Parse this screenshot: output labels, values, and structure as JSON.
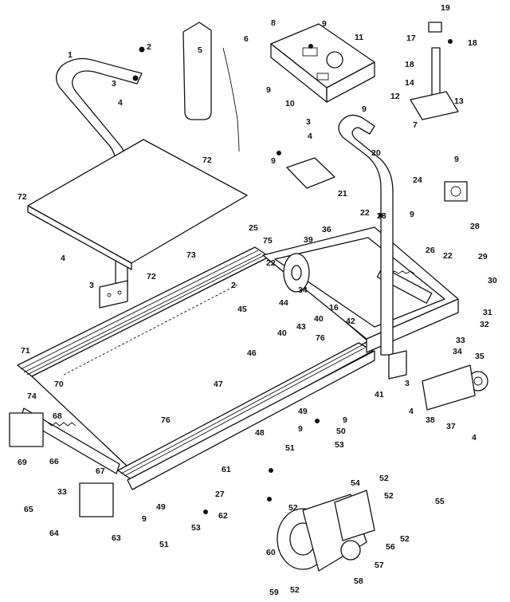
{
  "labels": [
    {
      "id": "1",
      "text": "1"
    },
    {
      "id": "2a",
      "text": "2"
    },
    {
      "id": "3a",
      "text": "3"
    },
    {
      "id": "4a",
      "text": "4"
    },
    {
      "id": "5",
      "text": "5"
    },
    {
      "id": "6",
      "text": "6"
    },
    {
      "id": "8",
      "text": "8"
    },
    {
      "id": "9a",
      "text": "9"
    },
    {
      "id": "11",
      "text": "11"
    },
    {
      "id": "9b",
      "text": "9"
    },
    {
      "id": "10",
      "text": "10"
    },
    {
      "id": "9c",
      "text": "9"
    },
    {
      "id": "3b",
      "text": "3"
    },
    {
      "id": "4b",
      "text": "4"
    },
    {
      "id": "19",
      "text": "19"
    },
    {
      "id": "17",
      "text": "17"
    },
    {
      "id": "18a",
      "text": "18"
    },
    {
      "id": "18b",
      "text": "18"
    },
    {
      "id": "14",
      "text": "14"
    },
    {
      "id": "12",
      "text": "12"
    },
    {
      "id": "13",
      "text": "13"
    },
    {
      "id": "7",
      "text": "7"
    },
    {
      "id": "72a",
      "text": "72"
    },
    {
      "id": "72b",
      "text": "72"
    },
    {
      "id": "9d",
      "text": "9"
    },
    {
      "id": "20",
      "text": "20"
    },
    {
      "id": "21",
      "text": "21"
    },
    {
      "id": "24",
      "text": "24"
    },
    {
      "id": "9e",
      "text": "9"
    },
    {
      "id": "73",
      "text": "73"
    },
    {
      "id": "22a",
      "text": "22"
    },
    {
      "id": "23",
      "text": "23"
    },
    {
      "id": "9f",
      "text": "9"
    },
    {
      "id": "25",
      "text": "25"
    },
    {
      "id": "75",
      "text": "75"
    },
    {
      "id": "39",
      "text": "39"
    },
    {
      "id": "36",
      "text": "36"
    },
    {
      "id": "28",
      "text": "28"
    },
    {
      "id": "4c",
      "text": "4"
    },
    {
      "id": "3c",
      "text": "3"
    },
    {
      "id": "72c",
      "text": "72"
    },
    {
      "id": "22b",
      "text": "22"
    },
    {
      "id": "26",
      "text": "26"
    },
    {
      "id": "22c",
      "text": "22"
    },
    {
      "id": "29",
      "text": "29"
    },
    {
      "id": "30",
      "text": "30"
    },
    {
      "id": "2b",
      "text": "2"
    },
    {
      "id": "44",
      "text": "44"
    },
    {
      "id": "34a",
      "text": "34"
    },
    {
      "id": "16",
      "text": "16"
    },
    {
      "id": "45",
      "text": "45"
    },
    {
      "id": "40a",
      "text": "40"
    },
    {
      "id": "43",
      "text": "43"
    },
    {
      "id": "40b",
      "text": "40"
    },
    {
      "id": "42",
      "text": "42"
    },
    {
      "id": "31",
      "text": "31"
    },
    {
      "id": "32",
      "text": "32"
    },
    {
      "id": "33",
      "text": "33"
    },
    {
      "id": "71",
      "text": "71"
    },
    {
      "id": "46",
      "text": "46"
    },
    {
      "id": "76a",
      "text": "76"
    },
    {
      "id": "34b",
      "text": "34"
    },
    {
      "id": "35",
      "text": "35"
    },
    {
      "id": "70",
      "text": "70"
    },
    {
      "id": "74",
      "text": "74"
    },
    {
      "id": "47",
      "text": "47"
    },
    {
      "id": "41",
      "text": "41"
    },
    {
      "id": "3d",
      "text": "3"
    },
    {
      "id": "68",
      "text": "68"
    },
    {
      "id": "4d",
      "text": "4"
    },
    {
      "id": "38",
      "text": "38"
    },
    {
      "id": "37",
      "text": "37"
    },
    {
      "id": "76b",
      "text": "76"
    },
    {
      "id": "49a",
      "text": "49"
    },
    {
      "id": "50",
      "text": "50"
    },
    {
      "id": "4e",
      "text": "4"
    },
    {
      "id": "9g",
      "text": "9"
    },
    {
      "id": "9h",
      "text": "9"
    },
    {
      "id": "69",
      "text": "69"
    },
    {
      "id": "48",
      "text": "48"
    },
    {
      "id": "51a",
      "text": "51"
    },
    {
      "id": "53a",
      "text": "53"
    },
    {
      "id": "66",
      "text": "66"
    },
    {
      "id": "67",
      "text": "67"
    },
    {
      "id": "61",
      "text": "61"
    },
    {
      "id": "27",
      "text": "27"
    },
    {
      "id": "54",
      "text": "54"
    },
    {
      "id": "52a",
      "text": "52"
    },
    {
      "id": "55",
      "text": "55"
    },
    {
      "id": "33b",
      "text": "33"
    },
    {
      "id": "65",
      "text": "65"
    },
    {
      "id": "49b",
      "text": "49"
    },
    {
      "id": "62",
      "text": "62"
    },
    {
      "id": "52b",
      "text": "52"
    },
    {
      "id": "52c",
      "text": "52"
    },
    {
      "id": "9i",
      "text": "9"
    },
    {
      "id": "53b",
      "text": "53"
    },
    {
      "id": "64",
      "text": "64"
    },
    {
      "id": "63",
      "text": "63"
    },
    {
      "id": "51b",
      "text": "51"
    },
    {
      "id": "52d",
      "text": "52"
    },
    {
      "id": "56",
      "text": "56"
    },
    {
      "id": "60",
      "text": "60"
    },
    {
      "id": "57",
      "text": "57"
    },
    {
      "id": "58",
      "text": "58"
    },
    {
      "id": "59",
      "text": "59"
    },
    {
      "id": "52e",
      "text": "52"
    }
  ]
}
